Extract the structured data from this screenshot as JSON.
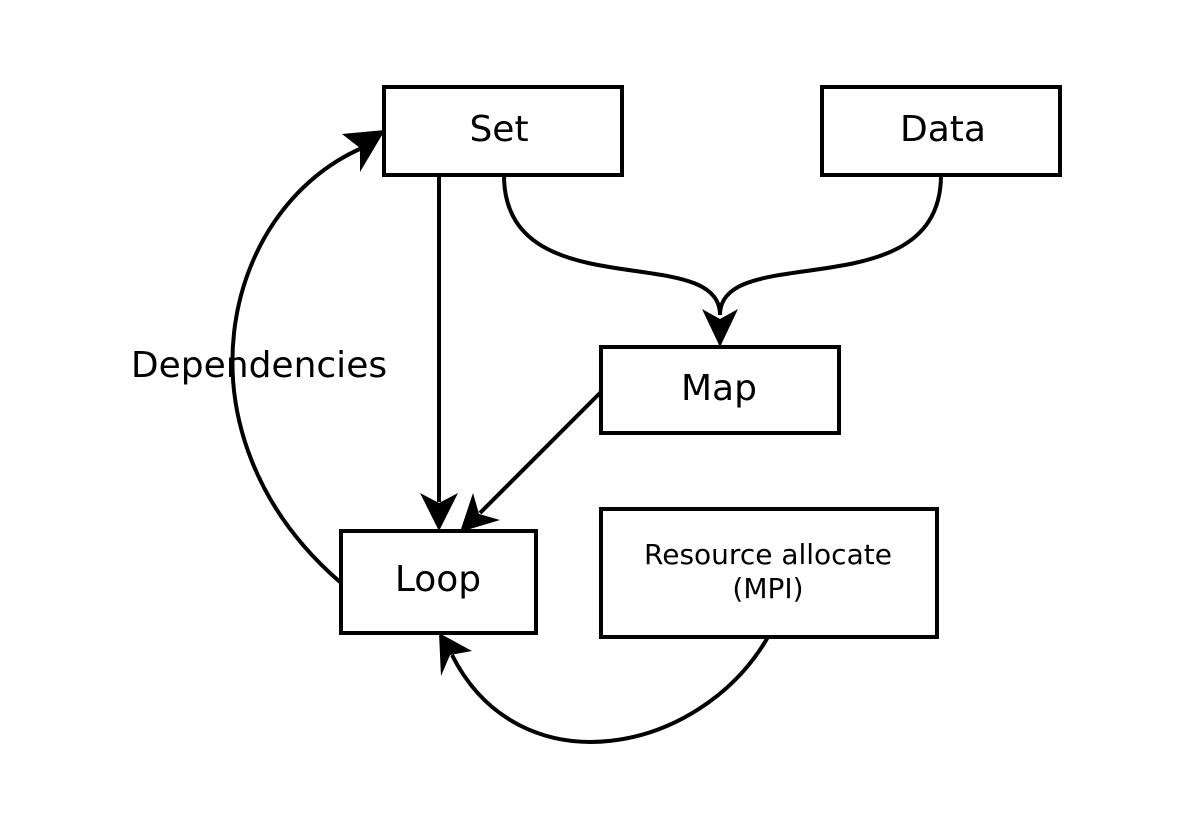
{
  "nodes": {
    "set": "Set",
    "data": "Data",
    "map": "Map",
    "loop": "Loop",
    "resource_line1": "Resource allocate",
    "resource_line2": "(MPI)"
  },
  "edge_labels": {
    "dependencies": "Dependencies"
  },
  "edges": [
    {
      "from": "Set",
      "to": "Loop"
    },
    {
      "from": "Set",
      "to": "Map"
    },
    {
      "from": "Data",
      "to": "Map"
    },
    {
      "from": "Map",
      "to": "Loop"
    },
    {
      "from": "Loop",
      "to": "Set",
      "label": "Dependencies"
    },
    {
      "from": "Resource allocate (MPI)",
      "to": "Loop"
    }
  ]
}
